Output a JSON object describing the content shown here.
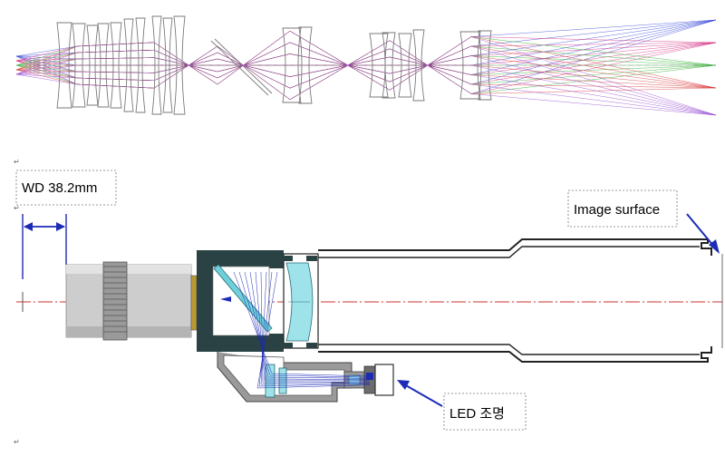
{
  "labels": {
    "wd": "WD 38.2mm",
    "image_surface": "Image surface",
    "led": "LED 조명"
  },
  "para_mark": "↵",
  "colors": {
    "rays": [
      "#2a3bd6",
      "#d4207a",
      "#1aa81a",
      "#d62a2a",
      "#8f3fd0",
      "#a04ab0"
    ],
    "lens_fill": "#9fe3ea",
    "housing_dark": "#2a4243",
    "barrel": "#c9c9c9",
    "axis": "#d23030",
    "arrow": "#1c2bb5"
  }
}
